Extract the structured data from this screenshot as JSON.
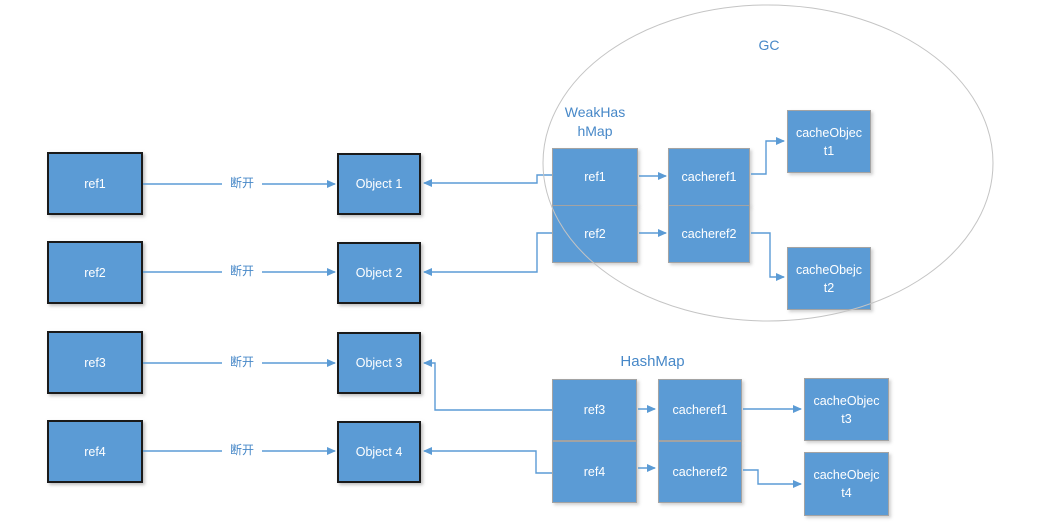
{
  "diagram": {
    "gc_label": "GC",
    "disconnect_label": "断开",
    "stack_refs": [
      "ref1",
      "ref2",
      "ref3",
      "ref4"
    ],
    "heap_objects": [
      "Object 1",
      "Object 2",
      "Object 3",
      "Object 4"
    ],
    "weak_map": {
      "title_line1": "WeakHas",
      "title_line2": "hMap",
      "refs": [
        "ref1",
        "ref2"
      ],
      "cacherefs": [
        "cacheref1",
        "cacheref2"
      ],
      "cache_objects": [
        {
          "line1": "cacheObjec",
          "line2": "t1"
        },
        {
          "line1": "cacheObejc",
          "line2": "t2"
        }
      ]
    },
    "hash_map": {
      "title": "HashMap",
      "refs": [
        "ref3",
        "ref4"
      ],
      "cacherefs": [
        "cacheref1",
        "cacheref2"
      ],
      "cache_objects": [
        {
          "line1": "cacheObjec",
          "line2": "t3"
        },
        {
          "line1": "cacheObejc",
          "line2": "t4"
        }
      ]
    },
    "colors": {
      "box_fill": "#5b9bd5",
      "box_border_dark": "#1a1a1a",
      "box_border_light": "#a3a3a3",
      "arrow_blue": "#5b9bd5",
      "label_blue": "#4788c8",
      "gc_ellipse_gray": "#c4c4c4"
    }
  }
}
